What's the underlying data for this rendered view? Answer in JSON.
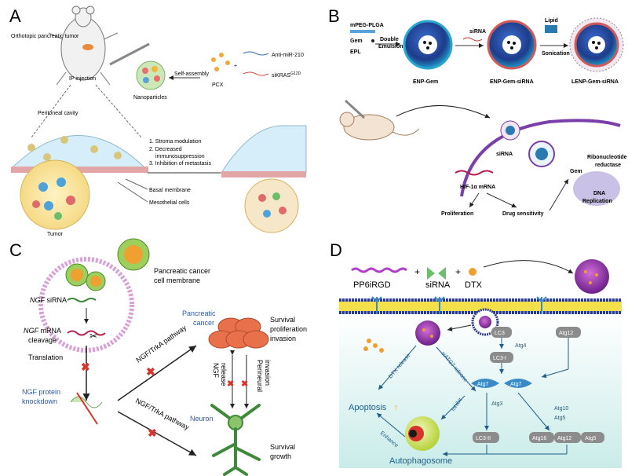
{
  "panels": {
    "a": {
      "letter": "A",
      "labels": {
        "orthotopic": "Orthotopic pancreatic tumor",
        "ip": "IP injection",
        "nanoparticles": "Nanoparticles",
        "self_assembly": "Self-assembly",
        "pcx": "PCX",
        "anti_mir": "Anti-miR-210",
        "sikras": "siKRAS",
        "sikras_sup": "G12D",
        "peritoneal": "Peritoneal cavity",
        "effect1": "1. Stroma modulation",
        "effect2": "2. Decreased",
        "effect2b": "immunosuppression",
        "effect3": "3. Inhibition of metastasis",
        "basal": "Basal membrane",
        "mesothelial": "Mesothelial cells",
        "tumor": "Tumor"
      }
    },
    "b": {
      "letter": "B",
      "labels": {
        "mpeg": "mPEG-PLGA",
        "gem": "Gem",
        "epl": "EPL",
        "double": "Double",
        "emulsion": "Emulsion",
        "sirna_top": "siRNA",
        "lipid": "Lipid",
        "sonication": "Sonication",
        "enp_gem": "ENP-Gem",
        "enp_gem_sirna": "ENP-Gem-siRNA",
        "lenp": "LENP-Gem-siRNA",
        "sirna": "siRNA",
        "ribonucleotide": "Ribonucleotide",
        "reductase": "reductase",
        "hif": "HIF-1α mRNA",
        "gem2": "Gem",
        "dna": "DNA",
        "replication": "Replication",
        "proliferation": "Proliferation",
        "drug": "Drug sensitivity"
      }
    },
    "c": {
      "letter": "C",
      "labels": {
        "membrane1": "Pancreatic cancer",
        "membrane2": "cell membrane",
        "ngf_sirna_i": "NGF",
        "ngf_sirna": " siRNA",
        "ngf_mrna_i": "NGF",
        "ngf_mrna": " mRNA",
        "cleavage": "cleavage",
        "translation": "Translation",
        "pathway_top": "NGF/TrkA pathway",
        "pathway_bottom": "NGF/TrkA pathway",
        "pc1": "Pancreatic",
        "pc2": "cancer",
        "surv1": "Survival",
        "surv2": "proliferation",
        "surv3": "invasion",
        "ngf_release1": "NGF",
        "ngf_release2": "release",
        "perineural1": "Perineural",
        "perineural2": "invasion",
        "kd1": "NGF protein",
        "kd2": "knockdown",
        "neuron": "Neuron",
        "sg1": "Survival",
        "sg2": "growth"
      }
    },
    "d": {
      "letter": "D",
      "labels": {
        "pp6": "PP6iRGD",
        "plus1": "+",
        "sirna": "siRNA",
        "plus2": "+",
        "dtx": "DTX",
        "lc3": "LC3",
        "atg4": "Atg4",
        "lc3i": "LC3-I",
        "atg12_top": "Atg12",
        "dtx_release": "DTX release",
        "siatg7": "siATG7 release",
        "apoptosis": "Apoptosis",
        "atg7a": "Atg7",
        "atg7b": "Atg7",
        "atg3": "Atg3",
        "atg10": "Atg10",
        "atg5a": "Atg5",
        "inhibit": "Inhibit",
        "enhance": "Enhance",
        "lc3ii": "LC3-II",
        "atg16": "Atg16",
        "atg12b": "Atg12",
        "atg5b": "Atg5",
        "autophagosome": "Autophagosome"
      }
    }
  },
  "colors": {
    "blue_label": "#2b5aa8",
    "teal": "#1f8a8a",
    "red": "#d9342b",
    "orange": "#f0a030",
    "purple": "#8a3fb0",
    "gray_box": "#8c8c8c"
  }
}
